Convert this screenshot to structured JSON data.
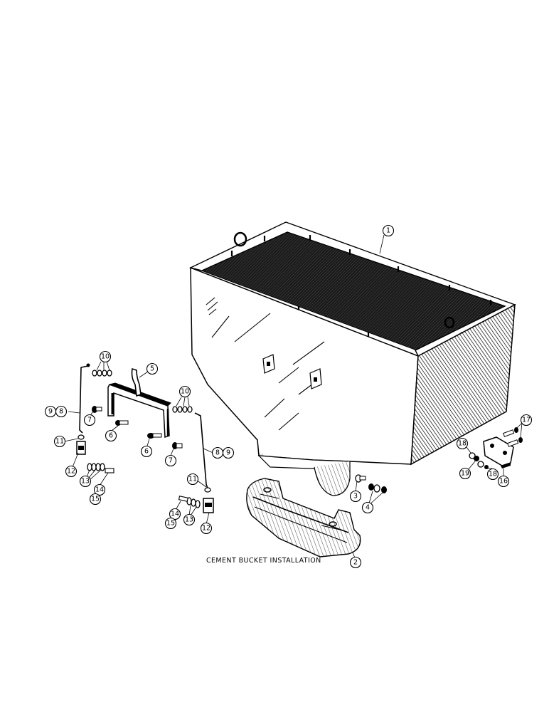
{
  "caption": "CEMENT BUCKET INSTALLATION",
  "callouts": [
    "1",
    "2",
    "3",
    "4",
    "5",
    "6",
    "7",
    "8",
    "9",
    "10",
    "11",
    "12",
    "13",
    "14",
    "15",
    "16",
    "17",
    "18",
    "19"
  ],
  "ink_color": "#000000",
  "paper_color": "#ffffff"
}
